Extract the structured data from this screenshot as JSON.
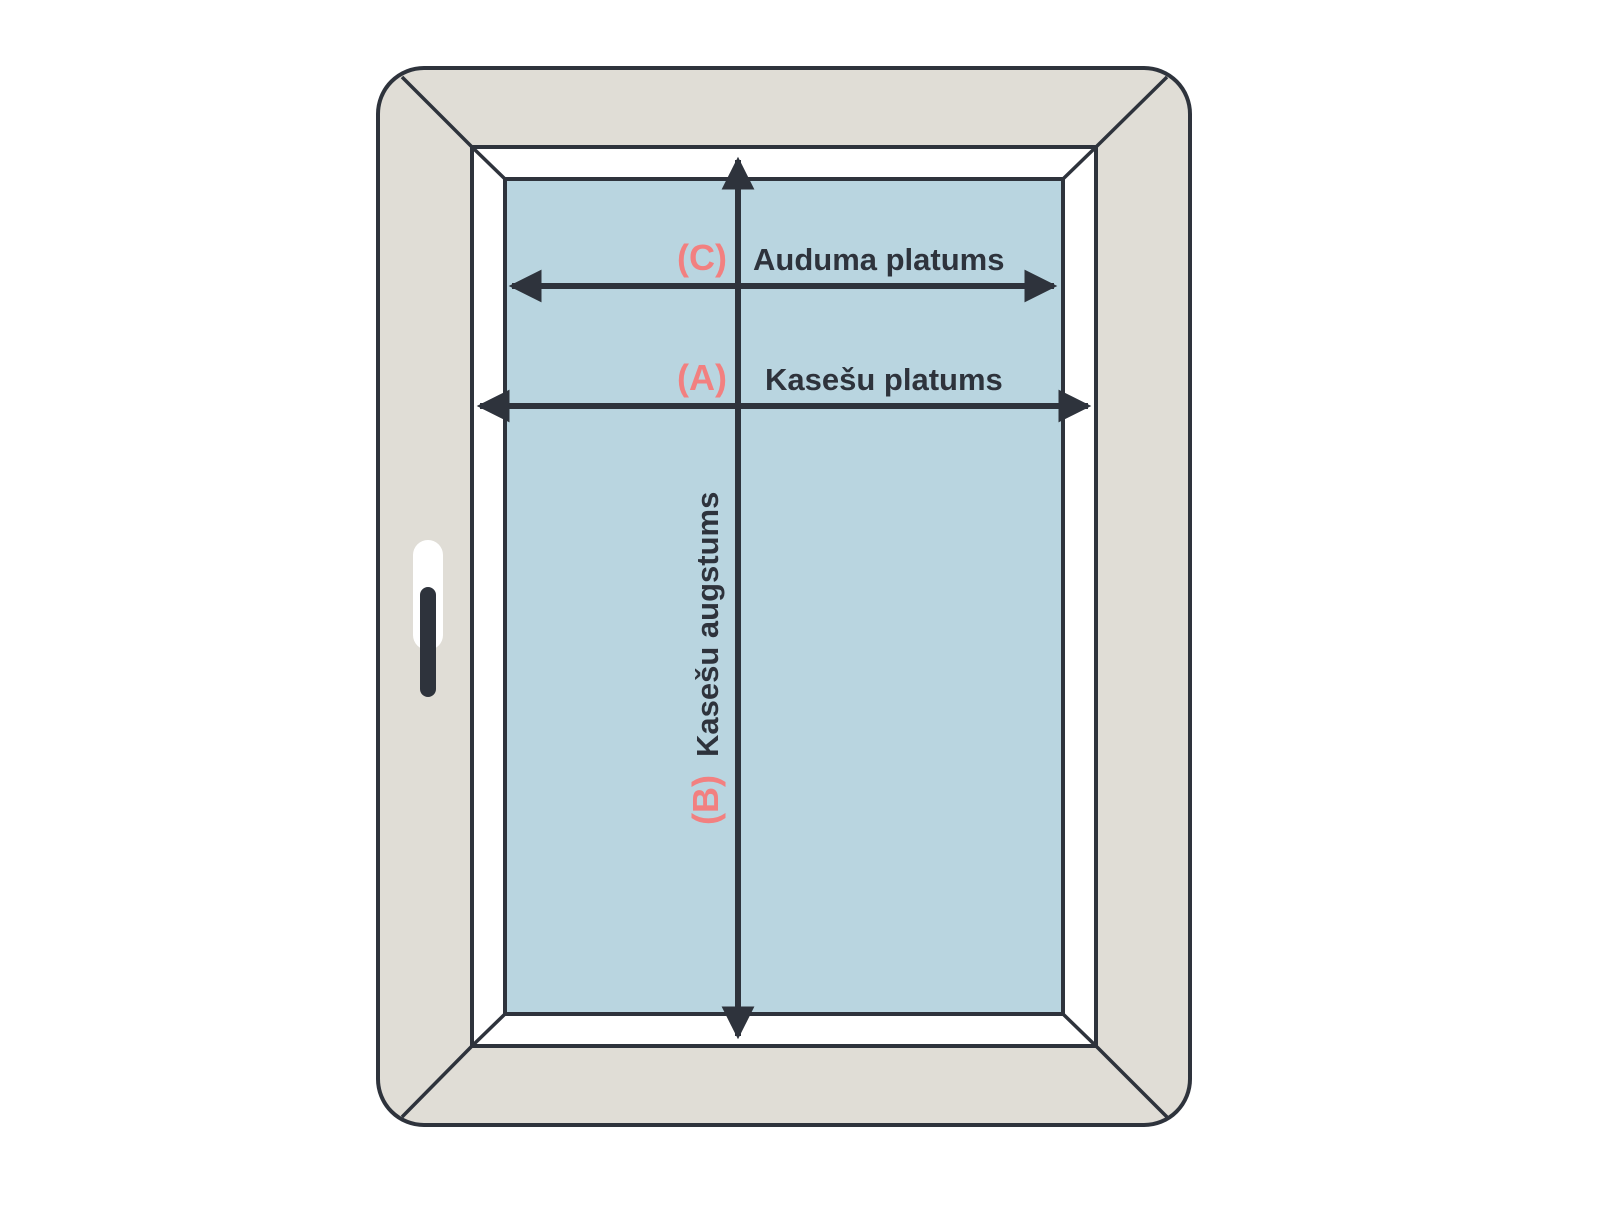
{
  "colors": {
    "frame": "#e0ddd6",
    "outline": "#2e333c",
    "glass": "#b9d5e0",
    "accent": "#f28080",
    "opening": "#ffffff"
  },
  "measurements": [
    {
      "letter": "(C)",
      "label": "Auduma platums",
      "direction": "horizontal"
    },
    {
      "letter": "(A)",
      "label": "Kasešu platums",
      "direction": "horizontal"
    },
    {
      "letter": "(B)",
      "label": "Kasešu augstums",
      "direction": "vertical"
    }
  ]
}
